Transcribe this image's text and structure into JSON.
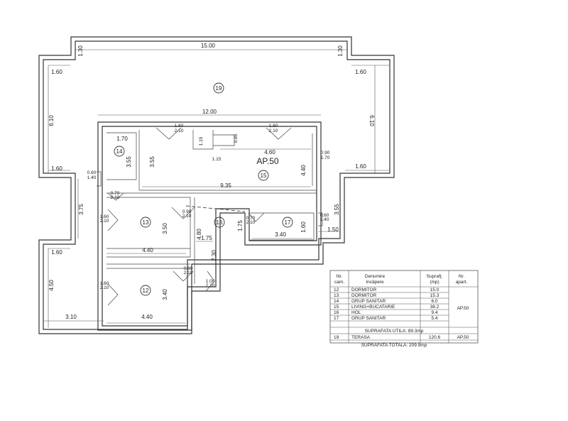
{
  "apartment_label": "AP.50",
  "rooms": [
    {
      "id": "room-19",
      "number": "19"
    },
    {
      "id": "room-14",
      "number": "14"
    },
    {
      "id": "room-15",
      "number": "15"
    },
    {
      "id": "room-13",
      "number": "13"
    },
    {
      "id": "room-16",
      "number": "16"
    },
    {
      "id": "room-17",
      "number": "17"
    },
    {
      "id": "room-12",
      "number": "12"
    }
  ],
  "dimensions": [
    {
      "name": "dim-top-width",
      "text": "15.00"
    },
    {
      "name": "dim-top-left-offset",
      "text": "1.30"
    },
    {
      "name": "dim-top-right-offset",
      "text": "1.30"
    },
    {
      "name": "dim-left-upper-offset",
      "text": "1.60"
    },
    {
      "name": "dim-right-upper-offset",
      "text": "1.60"
    },
    {
      "name": "dim-left-terrace-height",
      "text": "6.10"
    },
    {
      "name": "dim-right-terrace-height",
      "text": "6.10"
    },
    {
      "name": "dim-inner-width",
      "text": "12.00"
    },
    {
      "name": "dim-room14-width",
      "text": "1.70"
    },
    {
      "name": "dim-room14-height",
      "text": "3.55"
    },
    {
      "name": "dim-hall-height",
      "text": "3.55"
    },
    {
      "name": "dim-window1",
      "text": "1.60"
    },
    {
      "name": "dim-window1-sill",
      "text": "2.10"
    },
    {
      "name": "dim-niche-h",
      "text": "1.15"
    },
    {
      "name": "dim-niche-w",
      "text": "1.15"
    },
    {
      "name": "dim-niche-depth",
      "text": "0.85"
    },
    {
      "name": "dim-window2",
      "text": "1.80"
    },
    {
      "name": "dim-window2-sill",
      "text": "2.10"
    },
    {
      "name": "dim-living-width",
      "text": "4.60"
    },
    {
      "name": "dim-door-right",
      "text": "0.90"
    },
    {
      "name": "dim-door-right-h",
      "text": "1.70"
    },
    {
      "name": "dim-living-height",
      "text": "4.40"
    },
    {
      "name": "dim-left-mid-offset",
      "text": "1.60"
    },
    {
      "name": "dim-door-left",
      "text": "0.60"
    },
    {
      "name": "dim-door-left-h",
      "text": "1.40"
    },
    {
      "name": "dim-right-mid-offset",
      "text": "1.60"
    },
    {
      "name": "dim-living-length",
      "text": "9.35"
    },
    {
      "name": "dim-door-14",
      "text": "0.70"
    },
    {
      "name": "dim-door-14-h",
      "text": "2.10"
    },
    {
      "name": "dim-left-lower-height",
      "text": "3.75"
    },
    {
      "name": "dim-right-lower-height",
      "text": "3.55"
    },
    {
      "name": "dim-door-13",
      "text": "1.60"
    },
    {
      "name": "dim-door-13-h",
      "text": "2.10"
    },
    {
      "name": "dim-room13-height",
      "text": "3.50"
    },
    {
      "name": "dim-door-16",
      "text": "0.90"
    },
    {
      "name": "dim-door-16-h",
      "text": "2.10"
    },
    {
      "name": "dim-hall-length",
      "text": "4.80"
    },
    {
      "name": "dim-hall-width",
      "text": "1.75"
    },
    {
      "name": "dim-room17-depth",
      "text": "1.75"
    },
    {
      "name": "dim-door-17",
      "text": "0.70"
    },
    {
      "name": "dim-door-17-h",
      "text": "2.10"
    },
    {
      "name": "dim-window-17",
      "text": "0.60"
    },
    {
      "name": "dim-window-17-h",
      "text": "1.40"
    },
    {
      "name": "dim-room17-height",
      "text": "1.60"
    },
    {
      "name": "dim-room17-width",
      "text": "3.40"
    },
    {
      "name": "dim-right-step",
      "text": "1.50"
    },
    {
      "name": "dim-room13-width",
      "text": "4.40"
    },
    {
      "name": "dim-left-lower-offset",
      "text": "1.60"
    },
    {
      "name": "dim-hall-lower",
      "text": "2.30"
    },
    {
      "name": "dim-door-12",
      "text": "0.90"
    },
    {
      "name": "dim-door-12-h",
      "text": "2.10"
    },
    {
      "name": "dim-door-hall",
      "text": "1.00"
    },
    {
      "name": "dim-door-hall-h",
      "text": "2.10"
    },
    {
      "name": "dim-door-12b",
      "text": "1.60"
    },
    {
      "name": "dim-door-12b-h",
      "text": "2.10"
    },
    {
      "name": "dim-left-bottom-height",
      "text": "4.50"
    },
    {
      "name": "dim-room12-height",
      "text": "3.40"
    },
    {
      "name": "dim-bottom-left-width",
      "text": "3.10"
    },
    {
      "name": "dim-room12-width",
      "text": "4.40"
    }
  ],
  "table": {
    "headers": {
      "nr": [
        "Nr.",
        "cam."
      ],
      "name": [
        "Denumire",
        "încăpere"
      ],
      "area": [
        "Suprafţ.",
        "(mp)"
      ],
      "apart": [
        "Nr.",
        "apart."
      ]
    },
    "rows": [
      {
        "nr": "12",
        "name": "DORMITOR",
        "area": "15.0"
      },
      {
        "nr": "13",
        "name": "DORMITOR",
        "area": "15.3"
      },
      {
        "nr": "14",
        "name": "GRUP SANITAR",
        "area": "6.0"
      },
      {
        "nr": "15",
        "name": "LIVING+BUCATARIE",
        "area": "38.2"
      },
      {
        "nr": "16",
        "name": "HOL",
        "area": "9.4"
      },
      {
        "nr": "17",
        "name": "GRUP SANITAR",
        "area": "5.4"
      }
    ],
    "apart_value": "AP.50",
    "useful_area": "SUPRAFATA UTILA: 89.3mp",
    "terrace": {
      "nr": "19",
      "name": "TERASA",
      "area": "120.6",
      "apart": "AP.50"
    },
    "total_area": "SUPRAFATA TOTALA: 209.9mp"
  }
}
